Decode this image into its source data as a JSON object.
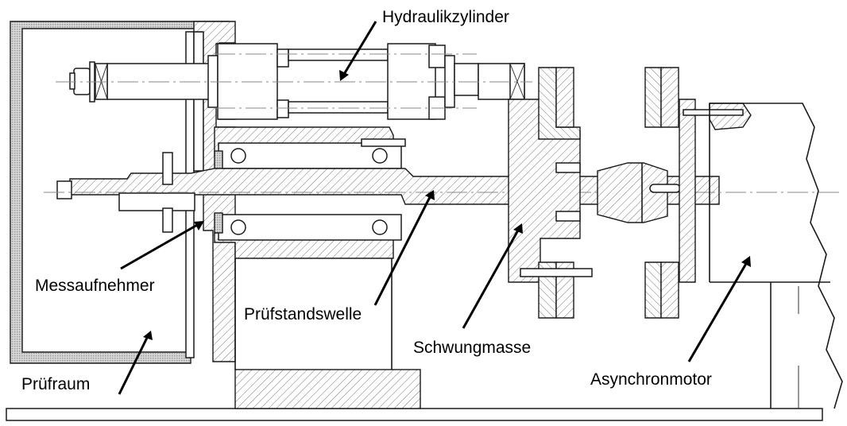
{
  "figure": {
    "type": "technical cross-section drawing",
    "subject": "test bench (Prüfstand) assembly",
    "labels": {
      "hydraulikzylinder": "Hydraulikzylinder",
      "messaufnehmer": "Messaufnehmer",
      "pruefraum": "Prüfraum",
      "pruefstandswelle": "Prüfstandswelle",
      "schwungmasse": "Schwungmasse",
      "asynchronmotor": "Asynchronmotor"
    },
    "colors": {
      "line": "#1a1a1a",
      "centerline": "#888888",
      "background": "#ffffff"
    }
  }
}
